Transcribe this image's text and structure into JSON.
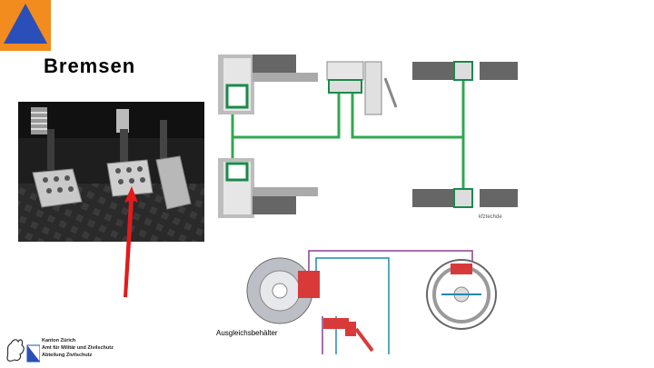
{
  "slide": {
    "title": "Bremsen",
    "colors": {
      "logo_orange": "#f28c1e",
      "logo_blue": "#2a4fb8",
      "arrow_red": "#e21b1b",
      "line_green": "#2fa84f",
      "line_blue": "#1f8bb4",
      "line_purple": "#8c3f8f",
      "gray": "#8c8c8c",
      "red_component": "#d83a3a"
    }
  },
  "logo": {
    "icon": "civil-protection-triangle-icon"
  },
  "photo": {
    "subject": "car-pedals-photo"
  },
  "brake_diagram": {
    "brand_mark": "kfztechde"
  },
  "hydraulic_diagram": {
    "label": "Ausgleichsbehälter"
  },
  "footer": {
    "lines": [
      "Kanton Zürich",
      "Amt für Militär und Zivilschutz",
      "Abteilung Zivilschutz"
    ],
    "icon": "zurich-lion-crest-icon"
  }
}
